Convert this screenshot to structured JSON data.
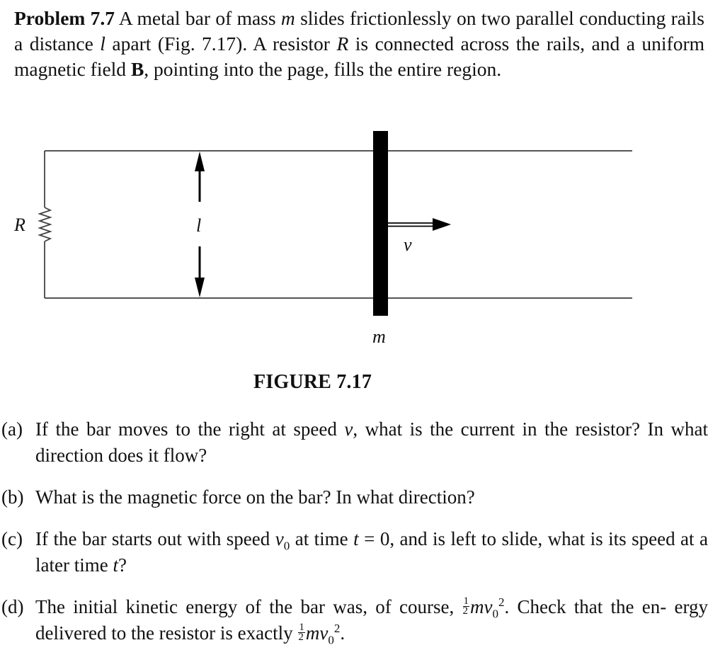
{
  "problem": {
    "label": "Problem 7.7",
    "text_1": " A metal bar of mass ",
    "var_m": "m",
    "text_2": " slides frictionlessly on two parallel conducting rails a distance ",
    "var_l": "l",
    "text_3": " apart (Fig. 7.17). A resistor ",
    "var_R": "R",
    "text_4": " is connected across the rails, and a uniform magnetic field ",
    "var_B": "B",
    "text_5": ", pointing into the page, fills the entire region."
  },
  "figure": {
    "labels": {
      "resistor": "R",
      "separation": "l",
      "velocity": "v",
      "mass": "m"
    },
    "caption": "FIGURE 7.17",
    "colors": {
      "rail": "#555555",
      "bar": "#000000",
      "arrow": "#000000"
    }
  },
  "parts": [
    {
      "tag": "(a)",
      "text_1": "If the bar moves to the right at speed ",
      "var_1": "v",
      "text_2": ", what is the current in the resistor? In what direction does it flow?"
    },
    {
      "tag": "(b)",
      "text_1": "What is the magnetic force on the bar? In what direction?"
    },
    {
      "tag": "(c)",
      "text_1": "If the bar starts out with speed ",
      "var_1": "v",
      "sub_1": "0",
      "text_2": " at time ",
      "var_2": "t",
      "text_3": " = 0, and is left to slide, what is its speed at a later time ",
      "var_3": "t",
      "text_4": "?"
    },
    {
      "tag": "(d)",
      "text_1": "The initial kinetic energy of the bar was, of course, ",
      "frac_num": "1",
      "frac_den": "2",
      "expr_m": "m",
      "expr_v": "v",
      "expr_sub": "0",
      "expr_sup": "2",
      "text_2": ". Check that the en- ergy delivered to the resistor is exactly ",
      "text_3": "."
    }
  ]
}
